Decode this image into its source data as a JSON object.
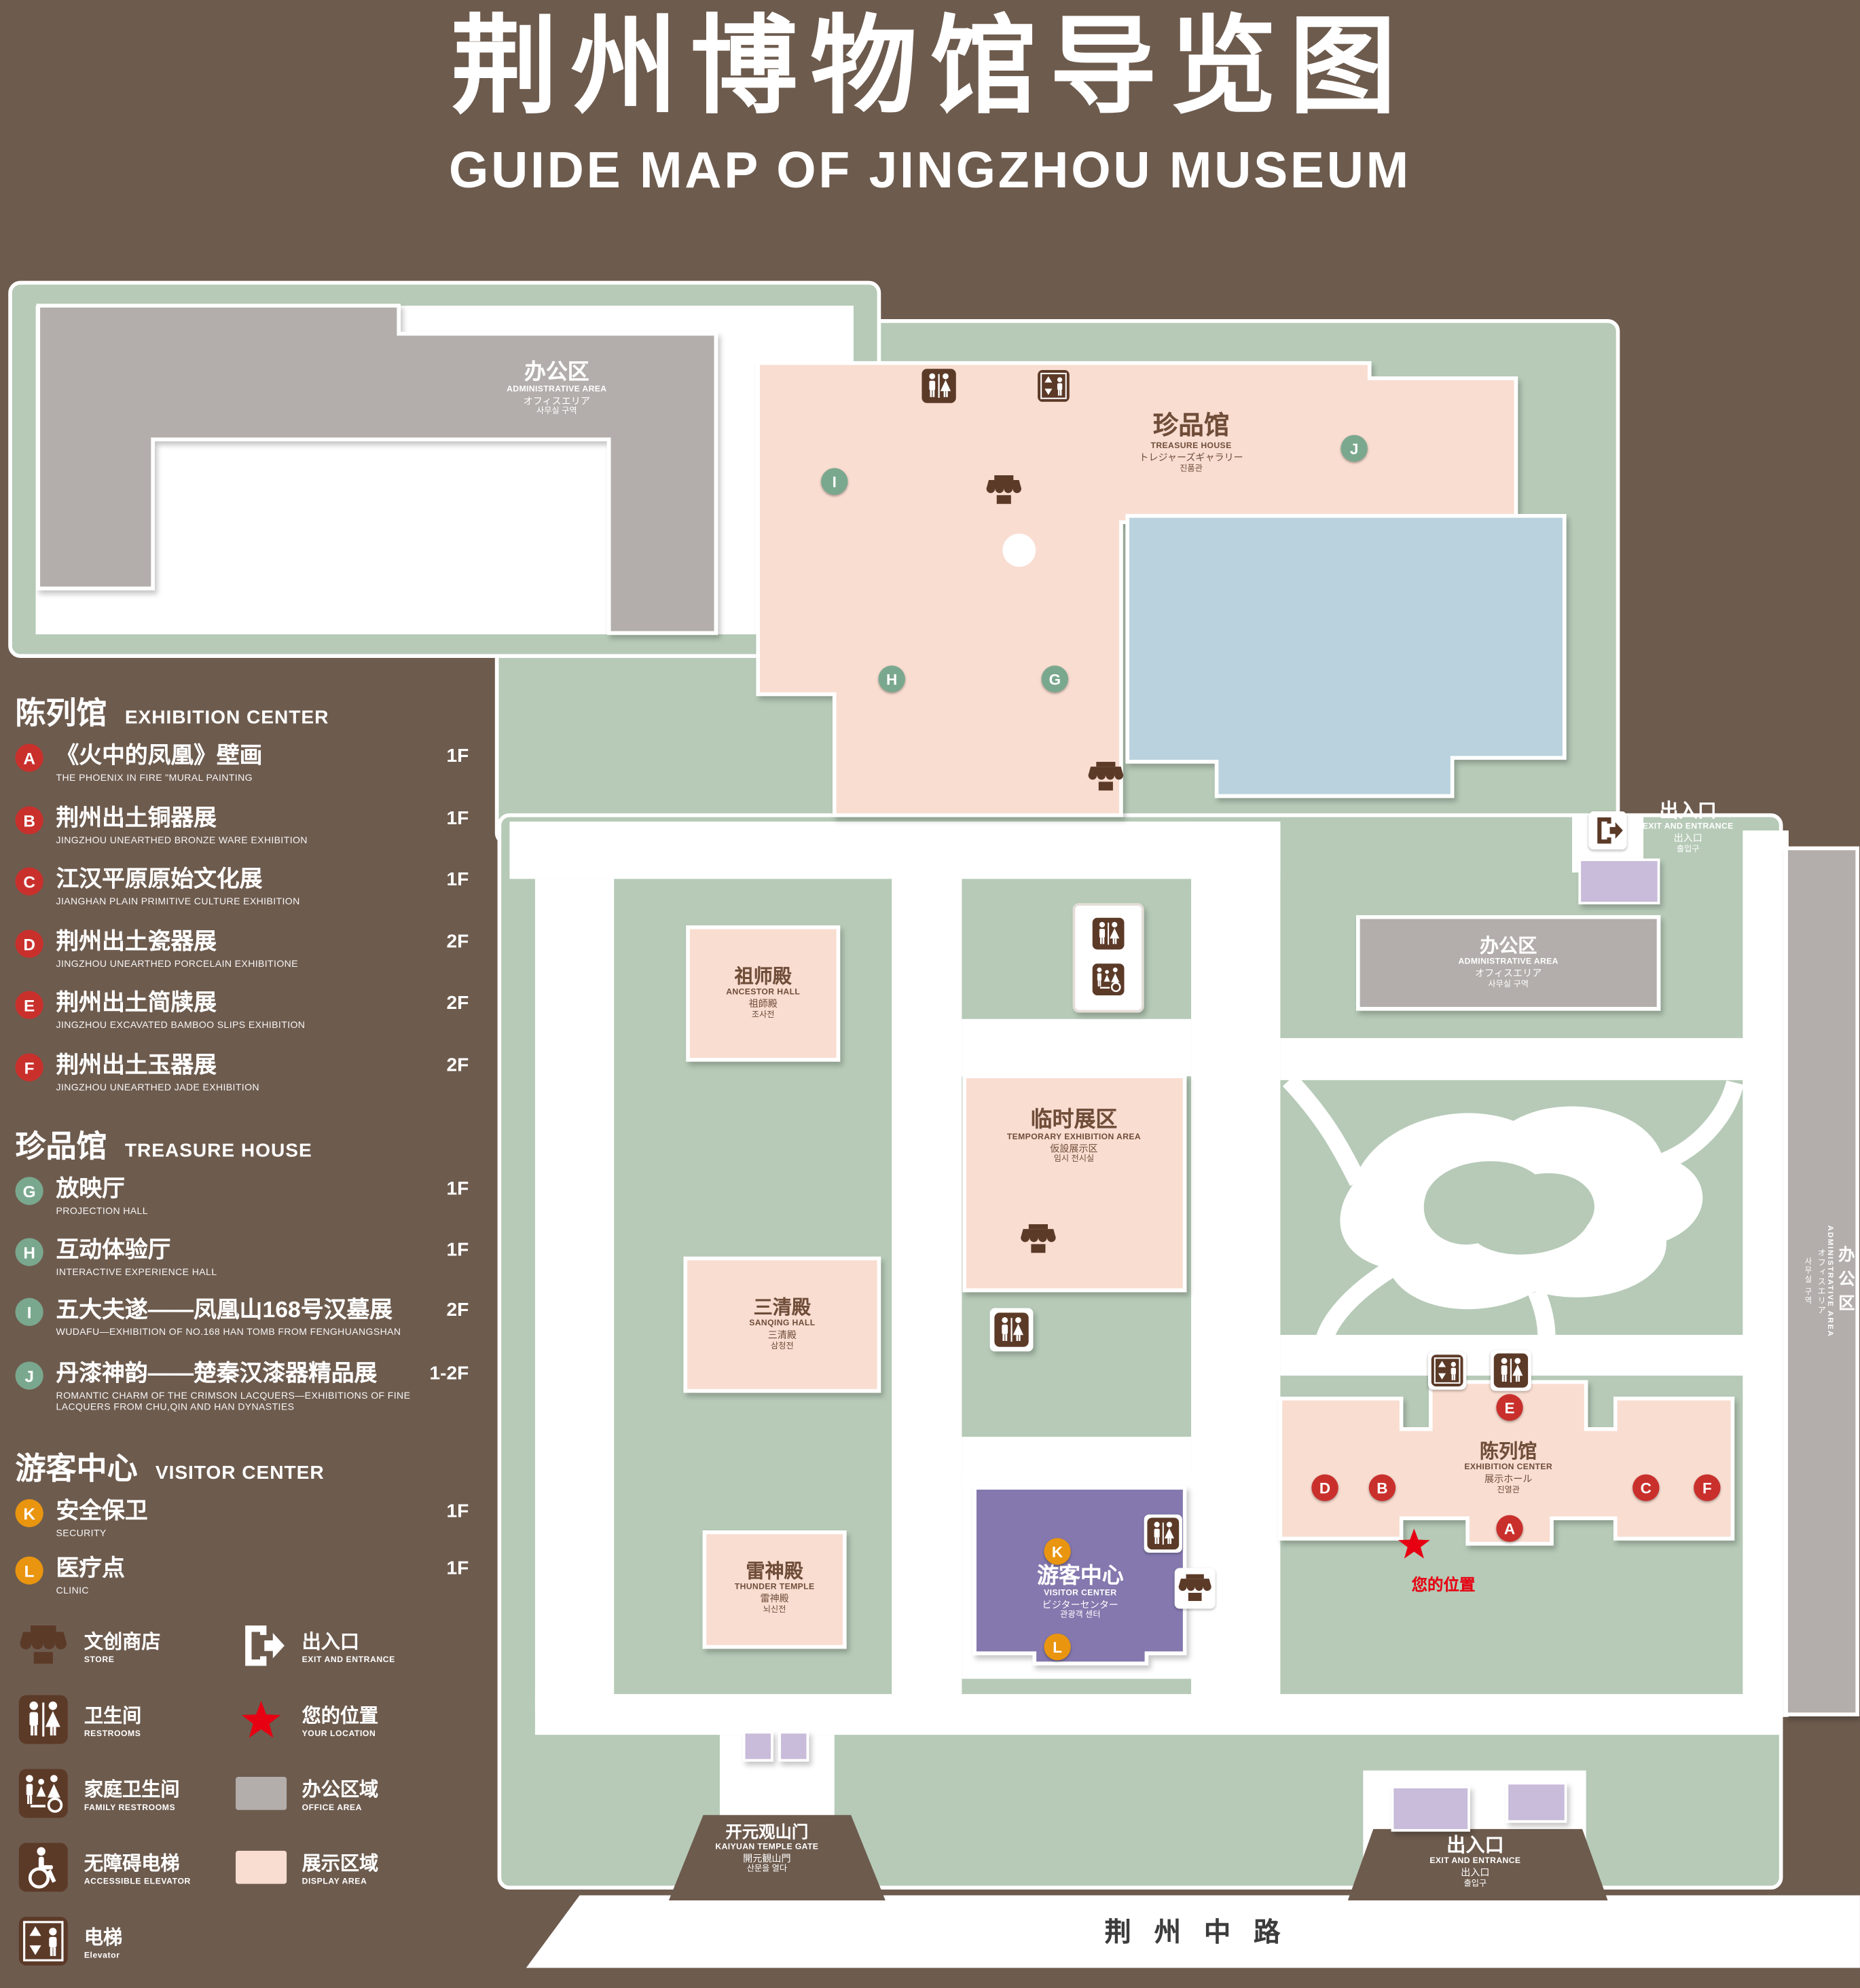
{
  "title": {
    "zh": "荆州博物馆导览图",
    "en": "GUIDE MAP OF JINGZHOU MUSEUM"
  },
  "colors": {
    "background": "#6d5b4e",
    "landscape_green": "#b6cab7",
    "display_pink": "#f9ddd1",
    "office_gray": "#b3aeab",
    "pond_blue": "#b9d2dd",
    "visitor_purple": "#8478ae",
    "entrance_purple": "#c8bcda",
    "icon_brown": "#5c3a28",
    "marker_red": "#c9302c",
    "marker_green": "#7aa88e",
    "marker_orange": "#e9950f",
    "location_red": "#e60012"
  },
  "legend": {
    "sections": [
      {
        "zh": "陈列馆",
        "en": "EXHIBITION CENTER",
        "items": [
          {
            "letter": "A",
            "zh": "《火中的凤凰》壁画",
            "en": "THE PHOENIX IN FIRE \"MURAL PAINTING",
            "floor": "1F"
          },
          {
            "letter": "B",
            "zh": "荆州出土铜器展",
            "en": "JINGZHOU UNEARTHED BRONZE WARE EXHIBITION",
            "floor": "1F"
          },
          {
            "letter": "C",
            "zh": "江汉平原原始文化展",
            "en": "JIANGHAN PLAIN PRIMITIVE CULTURE EXHIBITION",
            "floor": "1F"
          },
          {
            "letter": "D",
            "zh": "荆州出土瓷器展",
            "en": "JINGZHOU UNEARTHED PORCELAIN EXHIBITIONE",
            "floor": "2F"
          },
          {
            "letter": "E",
            "zh": "荆州出土简牍展",
            "en": "JINGZHOU EXCAVATED BAMBOO SLIPS EXHIBITION",
            "floor": "2F"
          },
          {
            "letter": "F",
            "zh": "荆州出土玉器展",
            "en": "JINGZHOU UNEARTHED JADE EXHIBITION",
            "floor": "2F"
          }
        ]
      },
      {
        "zh": "珍品馆",
        "en": "TREASURE HOUSE",
        "items": [
          {
            "letter": "G",
            "zh": "放映厅",
            "en": "PROJECTION HALL",
            "floor": "1F"
          },
          {
            "letter": "H",
            "zh": "互动体验厅",
            "en": "INTERACTIVE EXPERIENCE HALL",
            "floor": "1F"
          },
          {
            "letter": "I",
            "zh": "五大夫遂——凤凰山168号汉墓展",
            "en": "WUDAFU—EXHIBITION OF NO.168 HAN TOMB FROM FENGHUANGSHAN",
            "floor": "2F"
          },
          {
            "letter": "J",
            "zh": "丹漆神韵——楚秦汉漆器精品展",
            "en": "ROMANTIC CHARM OF THE CRIMSON LACQUERS—EXHIBITIONS OF FINE LACQUERS FROM CHU,QIN AND HAN DYNASTIES",
            "floor": "1-2F"
          }
        ]
      },
      {
        "zh": "游客中心",
        "en": "VISITOR CENTER",
        "items": [
          {
            "letter": "K",
            "zh": "安全保卫",
            "en": "SECURITY",
            "floor": "1F"
          },
          {
            "letter": "L",
            "zh": "医疗点",
            "en": "CLINIC",
            "floor": "1F"
          }
        ]
      }
    ],
    "symbols": [
      {
        "zh": "文创商店",
        "en": "STORE"
      },
      {
        "zh": "出入口",
        "en": "EXIT AND ENTRANCE"
      },
      {
        "zh": "卫生间",
        "en": "RESTROOMS"
      },
      {
        "zh": "您的位置",
        "en": "YOUR LOCATION"
      },
      {
        "zh": "家庭卫生间",
        "en": "FAMILY RESTROOMS"
      },
      {
        "zh": "办公区域",
        "en": "OFFICE AREA"
      },
      {
        "zh": "无障碍电梯",
        "en": "ACCESSIBLE ELEVATOR"
      },
      {
        "zh": "展示区域",
        "en": "DISPLAY AREA"
      },
      {
        "zh": "电梯",
        "en": "Elevator"
      }
    ]
  },
  "map": {
    "admin_area": {
      "zh": "办公区",
      "en": "ADMINISTRATIVE AREA",
      "jp": "オフィスエリア",
      "kr": "사무실 구역"
    },
    "treasure_house": {
      "zh": "珍品馆",
      "en": "TREASURE HOUSE",
      "jp": "トレジャーズギャラリー",
      "kr": "진품관"
    },
    "exit": {
      "zh": "出入口",
      "en": "EXIT AND ENTRANCE",
      "jp": "出入口",
      "kr": "출입구"
    },
    "ancestor_hall": {
      "zh": "祖师殿",
      "en": "ANCESTOR HALL",
      "jp": "祖師殿",
      "kr": "조사전"
    },
    "temporary_area": {
      "zh": "临时展区",
      "en": "TEMPORARY EXHIBITION AREA",
      "jp": "仮設展示区",
      "kr": "임시 전시실"
    },
    "sanqing_hall": {
      "zh": "三清殿",
      "en": "SANQING HALL",
      "jp": "三清殿",
      "kr": "삼청전"
    },
    "thunder_temple": {
      "zh": "雷神殿",
      "en": "THUNDER TEMPLE",
      "jp": "雷神殿",
      "kr": "뇌신전"
    },
    "visitor_center": {
      "zh": "游客中心",
      "en": "VISITOR CENTER",
      "jp": "ビジターセンター",
      "kr": "관광객 센터"
    },
    "exhibition_center": {
      "zh": "陈列馆",
      "en": "EXHIBITION CENTER",
      "jp": "展示ホール",
      "kr": "진열관"
    },
    "kaiyuan_gate": {
      "zh": "开元观山门",
      "en": "KAIYUAN TEMPLE GATE",
      "jp": "開元観山門",
      "kr": "산문을 열다"
    },
    "your_location": "您的位置",
    "road": "荆州中路",
    "markers": {
      "a": "A",
      "b": "B",
      "c": "C",
      "d": "D",
      "e": "E",
      "f": "F",
      "g": "G",
      "h": "H",
      "i": "I",
      "j": "J",
      "k": "K",
      "l": "L"
    }
  }
}
